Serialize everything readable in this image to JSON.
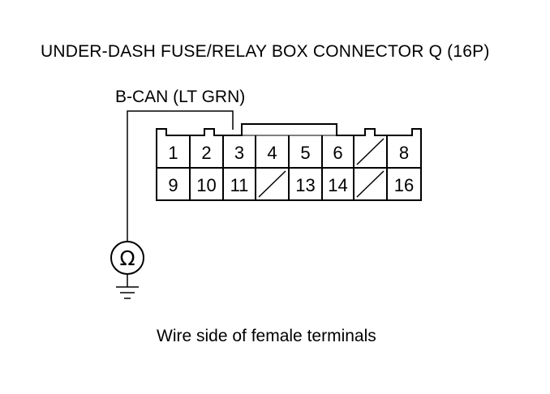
{
  "title": "UNDER-DASH FUSE/RELAY BOX CONNECTOR Q (16P)",
  "wire_label": "B-CAN (LT GRN)",
  "caption": "Wire side of female terminals",
  "meter_symbol": "Ω",
  "connector": {
    "top_row": [
      "1",
      "2",
      "3",
      "4",
      "5",
      "6",
      "",
      "8"
    ],
    "bottom_row": [
      "9",
      "10",
      "11",
      "",
      "13",
      "14",
      "",
      "16"
    ],
    "empty_cavities": [
      7,
      12,
      15
    ]
  },
  "icons": [
    "ohmmeter-icon",
    "ground-icon"
  ]
}
